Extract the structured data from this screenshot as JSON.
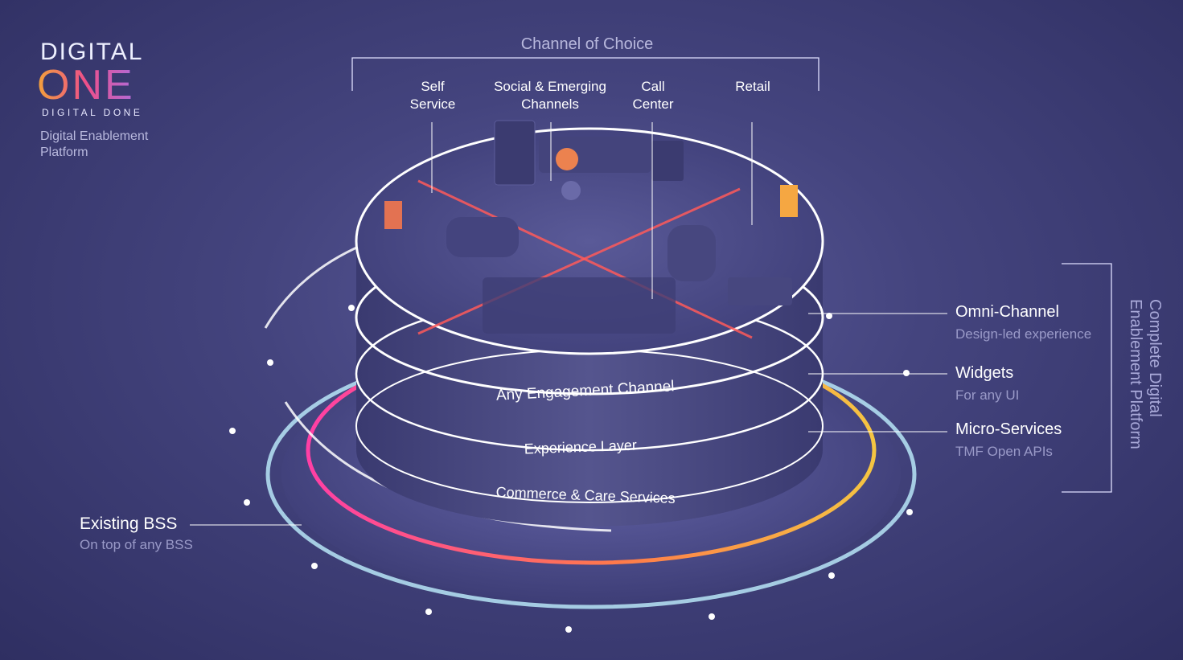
{
  "logo": {
    "line1": "DIGITAL",
    "line2": "ONE",
    "tagline": "DIGITAL DONE",
    "subtitle": "Digital Enablement Platform"
  },
  "channel_of_choice": {
    "title": "Channel of Choice",
    "channels": [
      {
        "label": "Self Service"
      },
      {
        "label": "Social & Emerging Channels"
      },
      {
        "label": "Call Center"
      },
      {
        "label": "Retail"
      }
    ]
  },
  "layers": [
    {
      "label": "Any Engagement Channel"
    },
    {
      "label": "Experience Layer"
    },
    {
      "label": "Commerce & Care Services"
    }
  ],
  "right_features": [
    {
      "title": "Omni-Channel",
      "subtitle": "Design-led experience"
    },
    {
      "title": "Widgets",
      "subtitle": "For any UI"
    },
    {
      "title": "Micro-Services",
      "subtitle": "TMF Open APIs"
    }
  ],
  "complete_platform": "Complete Digital Enablement Platform",
  "existing_bss": {
    "title": "Existing BSS",
    "subtitle": "On top of any BSS"
  },
  "colors": {
    "ring_pink": "#ff4fa0",
    "ring_orange": "#ff8a4a",
    "ring_yellow": "#f5c542",
    "ring_cyan": "#a8e8ff",
    "accent_red": "#ff5a5a"
  }
}
